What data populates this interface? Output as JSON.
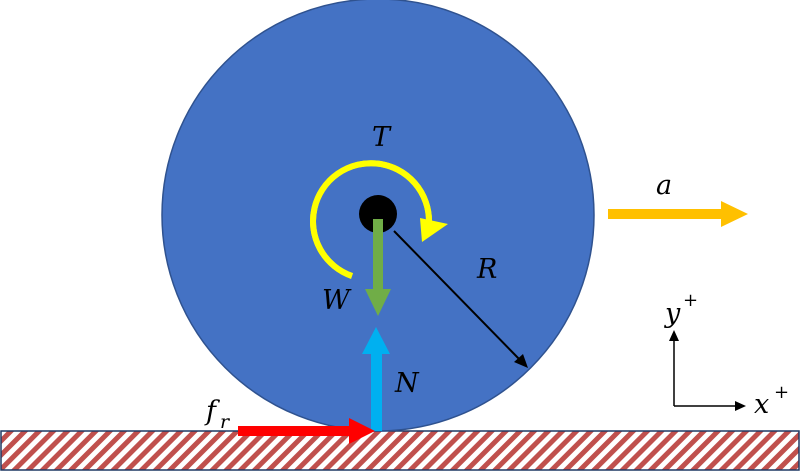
{
  "labels": {
    "torque": "T",
    "acceleration": "a",
    "radius": "R",
    "weight": "W",
    "normal": "N",
    "friction_base": "f",
    "friction_sub": "r",
    "y_axis_base": "y",
    "y_axis_sup": "+",
    "x_axis_base": "x",
    "x_axis_sup": "+"
  },
  "colors": {
    "wheel_fill": "#4472C4",
    "wheel_stroke": "#2F528F",
    "torque_arrow": "#FFFF00",
    "accel_arrow": "#FFC000",
    "weight_arrow": "#70AD47",
    "normal_arrow": "#00B0F0",
    "friction_arrow": "#FF0000",
    "ground_hatch": "#C0504D",
    "ground_border": "#1F3864",
    "axle": "#000000"
  },
  "icons": {
    "torque": "curved-arrow-icon",
    "acceleration": "right-arrow-icon",
    "weight": "down-arrow-icon",
    "normal": "up-arrow-icon",
    "friction": "right-arrow-icon"
  }
}
